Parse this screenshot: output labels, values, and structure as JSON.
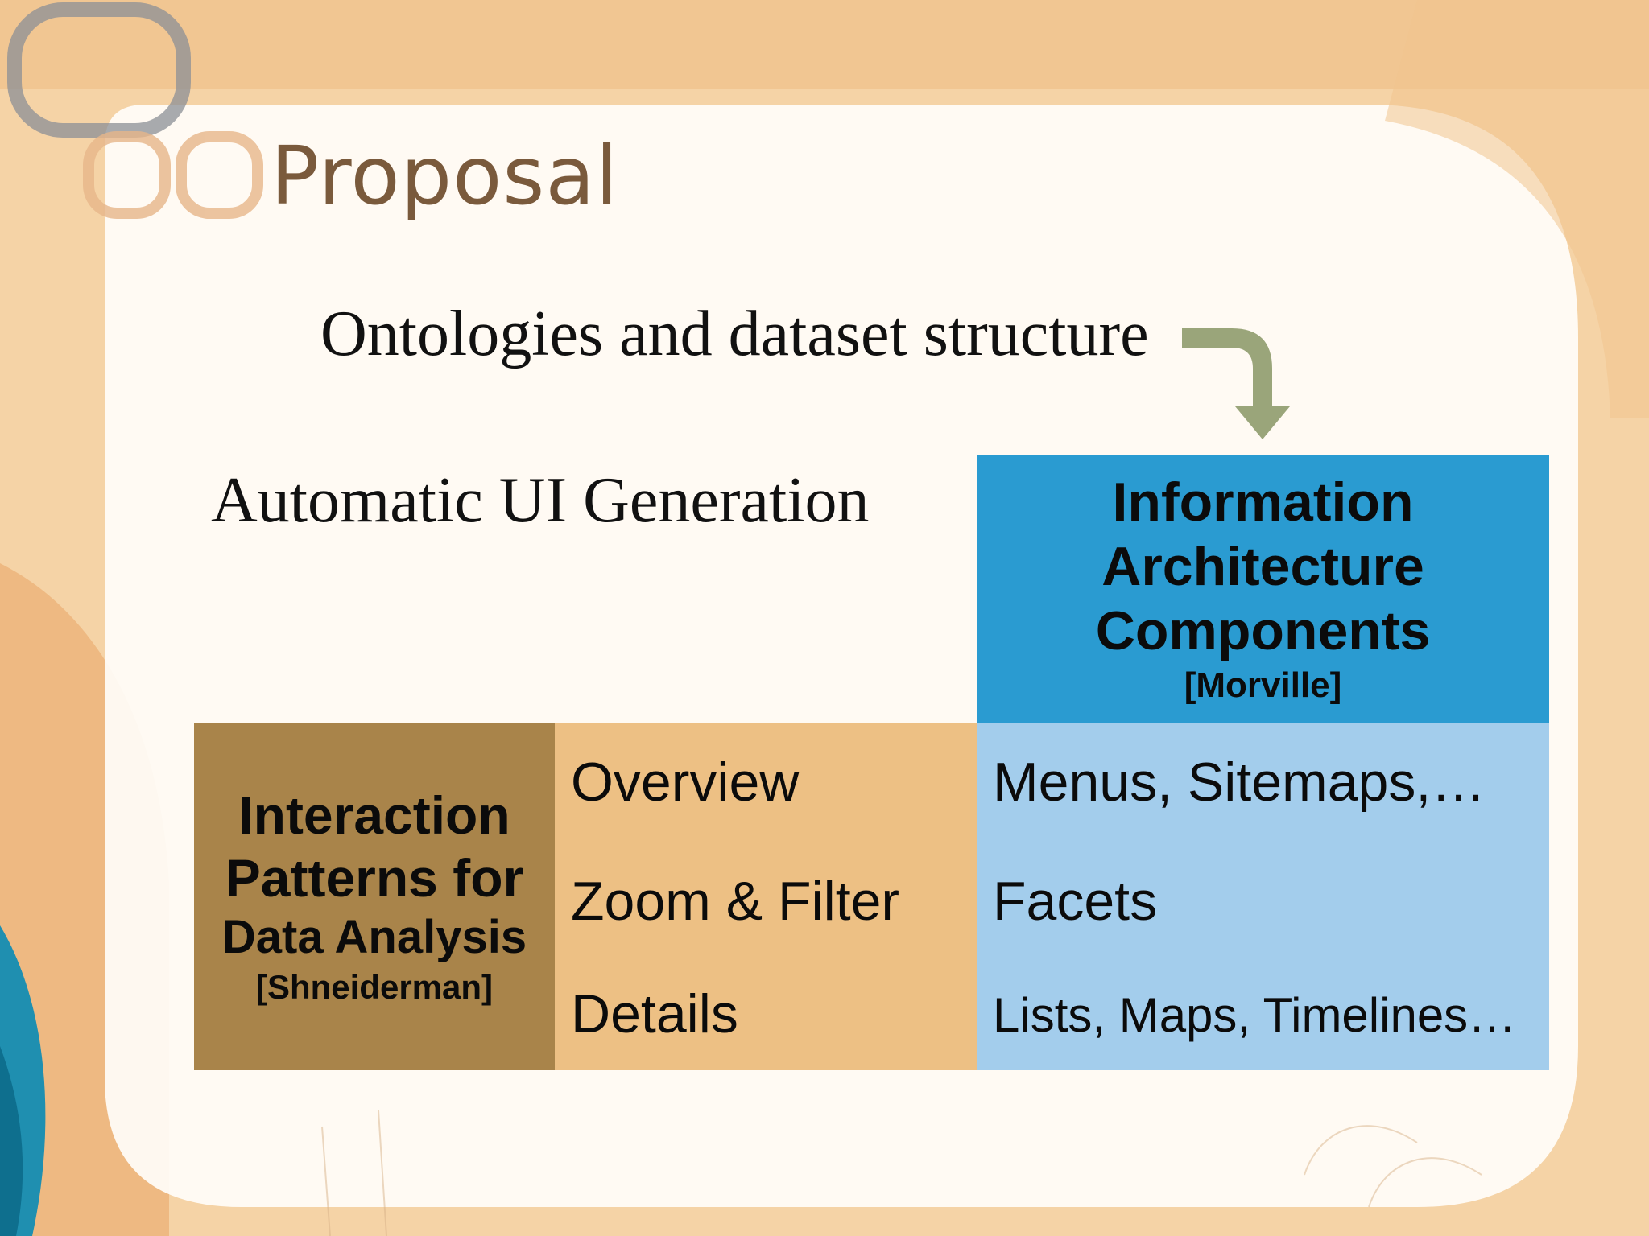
{
  "slide": {
    "title": "Proposal",
    "line1": "Ontologies and dataset structure",
    "line2": "Automatic UI Generation"
  },
  "ia_header": {
    "line1": "Information",
    "line2": "Architecture",
    "line3": "Components",
    "citation": "[Morville]"
  },
  "ip_header": {
    "line1": "Interaction",
    "line2": "Patterns for",
    "line3": "Data Analysis",
    "citation": "[Shneiderman]"
  },
  "rows": [
    {
      "pattern": "Overview",
      "component": "Menus, Sitemaps,…"
    },
    {
      "pattern": "Zoom & Filter",
      "component": "Facets"
    },
    {
      "pattern": "Details",
      "component": "Lists, Maps, Timelines…"
    }
  ],
  "colors": {
    "title": "#7a5a3c",
    "ia_header": "#2a9bd1",
    "ip_header": "#a9844a",
    "pattern_column": "#edc084",
    "component_column": "#a3cdec",
    "arrow": "#9aa57a"
  }
}
